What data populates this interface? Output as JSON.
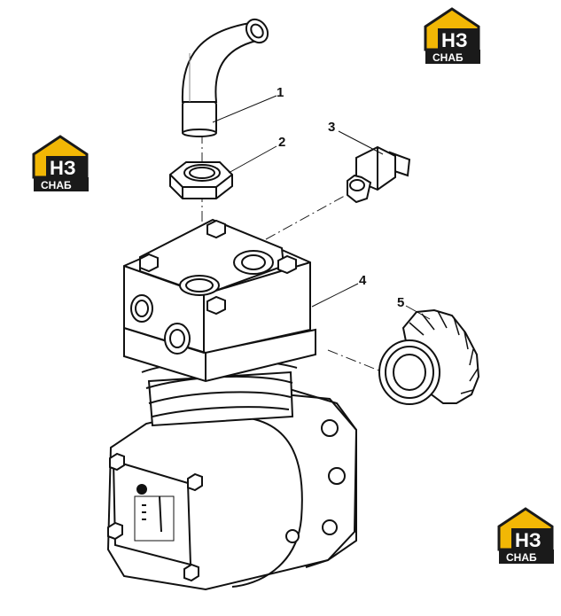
{
  "diagram": {
    "callouts": [
      "1",
      "2",
      "3",
      "4",
      "5"
    ]
  },
  "watermark": {
    "mark": "НЗ",
    "word": "СНАБ",
    "colors": {
      "gold": "#f2b705",
      "dark": "#1a1a1a",
      "white": "#ffffff"
    }
  }
}
